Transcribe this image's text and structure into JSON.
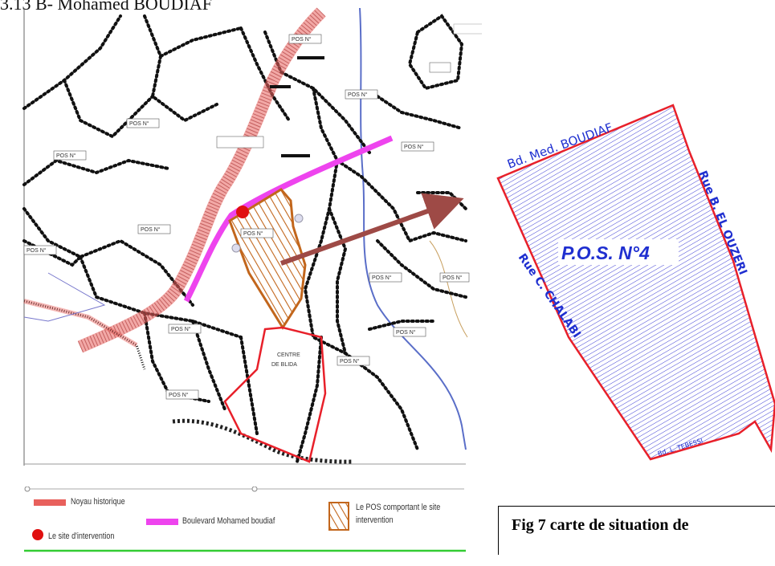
{
  "page_title": "3.13 B- Mohamed BOUDIAF",
  "colors": {
    "noyau": "#e8605c",
    "boulevard": "#ee44ee",
    "site": "#e01010",
    "pos_hatch": "#c2661c",
    "pos4_outline": "#e8202a",
    "pos4_hatch": "#2a2ad0",
    "street_label": "#1f2fd0",
    "legend_line": "#33cc33",
    "arrow": "#9e4a46"
  },
  "left_map": {
    "pos_labels": [
      "POS N°",
      "POS N°",
      "POS N°",
      "POS N°",
      "POS N°",
      "POS N°",
      "POS N°",
      "POS N°",
      "POS N°",
      "POS N°",
      "POS N°",
      "POS N°",
      "POS N°",
      "POS N°"
    ],
    "centre_label": [
      "CENTRE",
      "DE BLIDA"
    ]
  },
  "legend": {
    "noyau": "Noyau historique",
    "boulevard": "Boulevard Mohamed boudiaf",
    "site": "Le site d'intervention",
    "pos_line1": "Le POS comportant le site",
    "pos_line2": "intervention"
  },
  "right_map": {
    "pos_title": "P.O.S. N°4",
    "street_top": "Bd. Med. BOUDIAF",
    "street_right": "Rue B. EL OUZERI",
    "street_left": "Rue C. CHALABI",
    "street_bottom": "Bd. L. TEBESSI"
  },
  "caption": "Fig 7 carte de situation de"
}
